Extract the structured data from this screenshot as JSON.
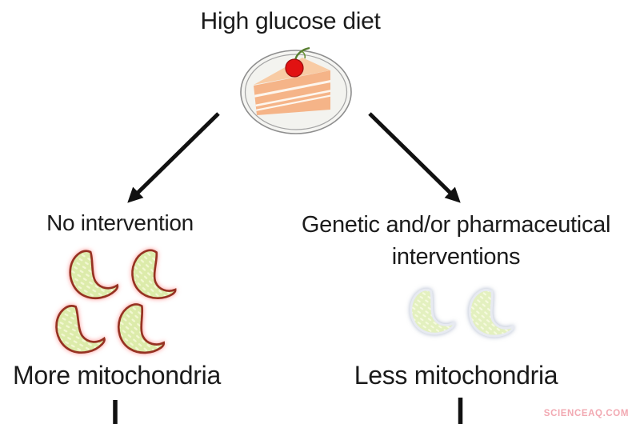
{
  "title": "High glucose diet",
  "branches": {
    "left": {
      "label": "No intervention",
      "outcome": "More mitochondria",
      "mitochondria_count": 4,
      "mito_outline_color": "#963222",
      "mito_glow_color": "#ff8282",
      "mito_fill_base": "#dcebaa",
      "mito_fill_dash": "#f2f7d2"
    },
    "right": {
      "label_line1": "Genetic and/or pharmaceutical",
      "label_line2": "interventions",
      "outcome": "Less mitochondria",
      "mitochondria_count": 2,
      "mito_outline_color": "#e7eaf1",
      "mito_glow_color": "#8796b4",
      "mito_fill_base": "#e3f0bf",
      "mito_fill_dash": "#f6fadf"
    }
  },
  "icons": {
    "cake_plate_icon": "slice of layer cake with cherry on a plate",
    "cherry_icon": "red cherry with green stem",
    "mitochondrion_icon": "crescent-shaped mitochondrion with hatched matrix",
    "left_arrow_icon": "diagonal arrow down-left",
    "right_arrow_icon": "diagonal arrow down-right"
  },
  "colors": {
    "text": "#1b1b1b",
    "arrow": "#111111",
    "cake_front": "#f5b488",
    "cake_top": "#f8cba4",
    "cherry": "#e11212",
    "plate_rim": "#8e8e8e",
    "watermark": "#f2a9b2"
  },
  "watermark": "SCIENCEAQ.COM"
}
